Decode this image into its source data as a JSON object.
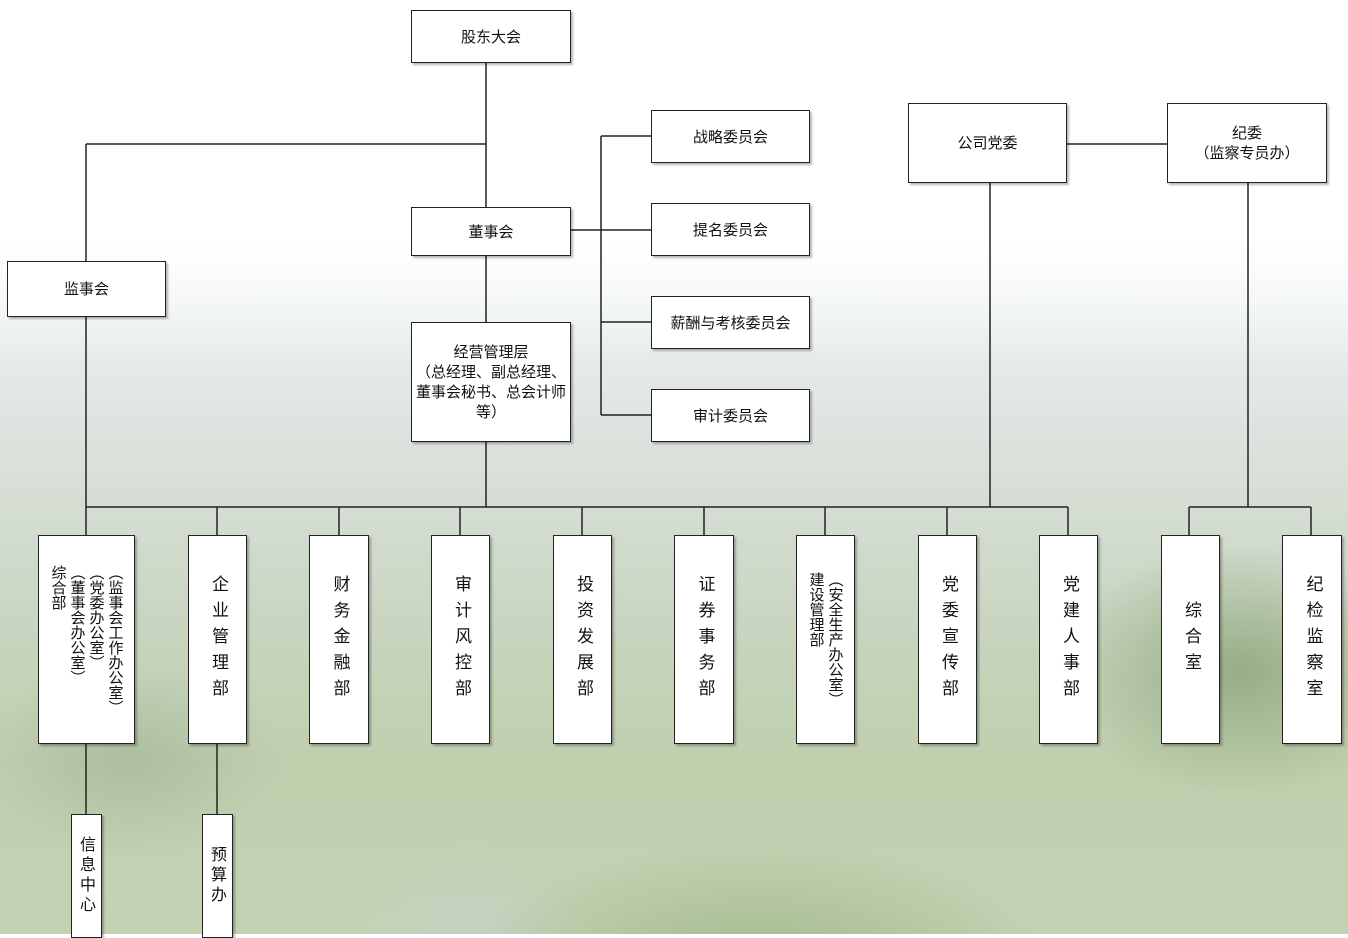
{
  "top": {
    "shareholders": "股东大会",
    "board": "董事会",
    "supervisors": "监事会",
    "management": "经营管理层\n（总经理、副总经理、\n董事会秘书、总会计师\n等）"
  },
  "committees": {
    "strategy": "战略委员会",
    "nomination": "提名委员会",
    "compensation": "薪酬与考核委员会",
    "audit": "审计委员会"
  },
  "party": {
    "committee": "公司党委",
    "discipline": "纪委\n（监察专员办）"
  },
  "departments": {
    "general": "（监事会工作办公室）\n（党委办公室）\n（董事会办公室）\n综合部",
    "enterprise": "企业管理部",
    "finance": "财务金融部",
    "audit_risk": "审计风控部",
    "investment": "投资发展部",
    "securities": "证券事务部",
    "construction": "（安全生产办公室）\n建设管理部",
    "publicity": "党委宣传部",
    "hr": "党建人事部",
    "office": "综合室",
    "inspection": "纪检监察室"
  },
  "sub_units": {
    "info_center": "信息中心",
    "budget": "预算办"
  },
  "style": {
    "line_color": "#222222",
    "box_fill": "#ffffff"
  }
}
